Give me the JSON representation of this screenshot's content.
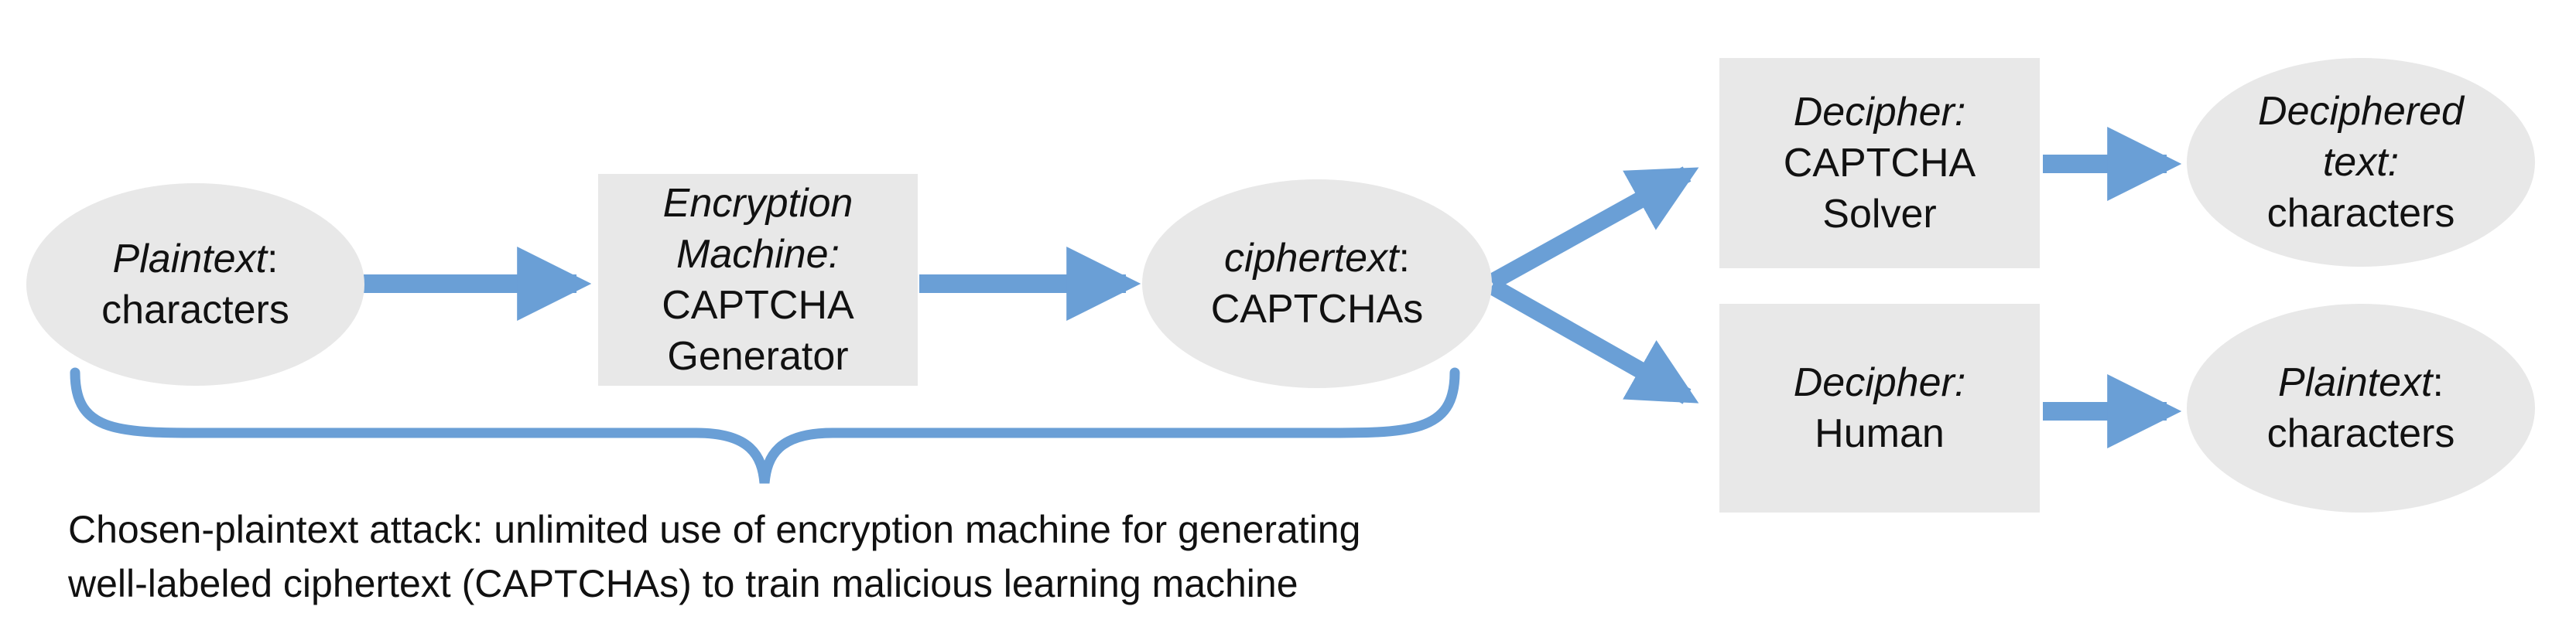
{
  "colors": {
    "node_fill": "#e8e8e8",
    "arrow": "#6a9fd6",
    "text": "#111111"
  },
  "nodes": {
    "plaintext_in": {
      "italic": "Plaintext",
      "suffix": ":",
      "line2": "characters"
    },
    "encryption": {
      "line1": "Encryption",
      "line2": "Machine:",
      "line3": "CAPTCHA",
      "line4": "Generator"
    },
    "ciphertext": {
      "italic": "ciphertext",
      "suffix": ":",
      "line2": "CAPTCHAs"
    },
    "solver": {
      "italic": "Decipher:",
      "line2": "CAPTCHA",
      "line3": "Solver"
    },
    "human": {
      "italic": "Decipher:",
      "line2": "Human"
    },
    "deciphered": {
      "line1": "Deciphered",
      "line2": "text:",
      "line3": "characters"
    },
    "plaintext_out": {
      "italic": "Plaintext",
      "suffix": ":",
      "line2": "characters"
    }
  },
  "caption": {
    "line1": "Chosen-plaintext attack: unlimited use of encryption machine for generating",
    "line2": "well-labeled ciphertext (CAPTCHAs) to train malicious learning machine"
  }
}
